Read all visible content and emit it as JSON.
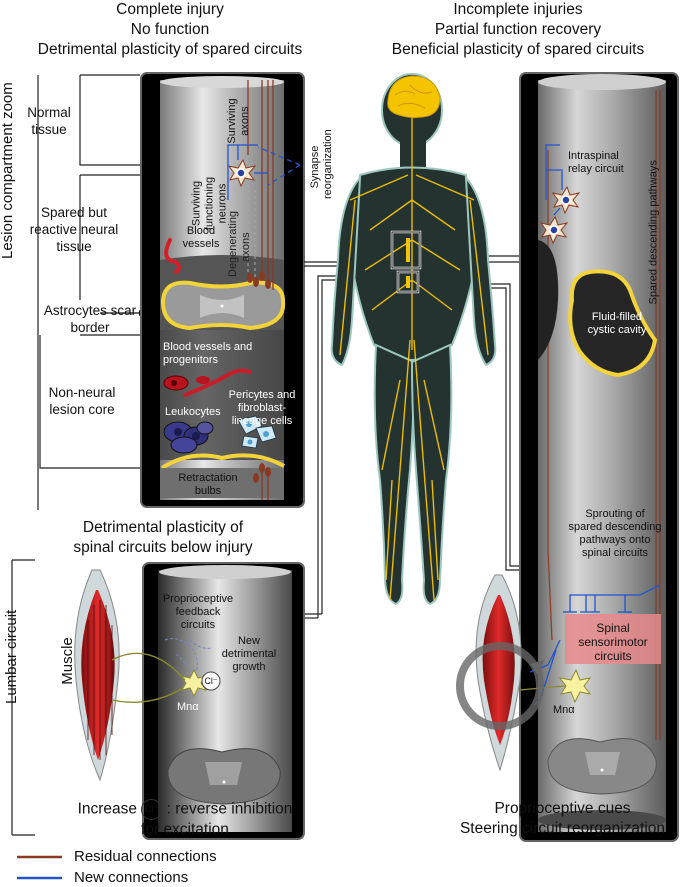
{
  "left_header": {
    "line1": "Complete injury",
    "line2": "No function",
    "line3": "Detrimental plasticity of spared circuits"
  },
  "right_header": {
    "line1": "Incomplete injuries",
    "line2": "Partial function recovery",
    "line3": "Beneficial plasticity of spared circuits"
  },
  "side_labels": {
    "lesion_zoom": "Lesion compartment zoom",
    "lumbar_circuit": "Lumbar circuit",
    "muscle_left": "Muscle"
  },
  "compartments": {
    "normal_tissue": "Normal tissue",
    "spared_reactive": "Spared but reactive neural tissue",
    "astrocytes_scar": "Astrocytes scar border",
    "non_neural_core": "Non-neural lesion core"
  },
  "lesion_panel": {
    "surviving_axons": "Surviving axons",
    "surviving_neurons": "Surviving functioning neurons",
    "degenerating_axons": "Degenerating axons",
    "blood_vessels": "Blood vessels",
    "blood_vessels_progenitors": "Blood vessels and progenitors",
    "pericytes": "Pericytes and fibroblast-lineage cells",
    "leukocytes": "Leukocytes",
    "retraction_bulbs": "Retractation bulbs",
    "synapse_reorg": "Synapse reorganization"
  },
  "lumbar_left": {
    "title_line1": "Detrimental plasticity of",
    "title_line2": "spinal circuits below injury",
    "proprioceptive": "Proprioceptive feedback circuits",
    "new_growth": "New detrimental growth",
    "mn": "Mnα",
    "cl": "Cl⁻",
    "bottom_increase": "Increase",
    "bottom_rest": ": reverse inhibition",
    "bottom_line2": "for excitation"
  },
  "right_panel": {
    "intraspinal": "Intraspinal relay circuit",
    "spared_descending": "Spared descending pathways",
    "cystic": "Fluid-filled cystic cavity",
    "sprouting": "Sprouting of spared descending pathways onto spinal circuits",
    "sensorimotor": "Spinal sensorimotor circuits",
    "mn": "Mnα",
    "footer_line1": "Proprioceptive cues",
    "footer_line2": "Steering circuit reorganization"
  },
  "legend": {
    "residual": "Residual connections",
    "new": "New connections",
    "residual_color": "#8b3a22",
    "new_color": "#2255cc"
  }
}
